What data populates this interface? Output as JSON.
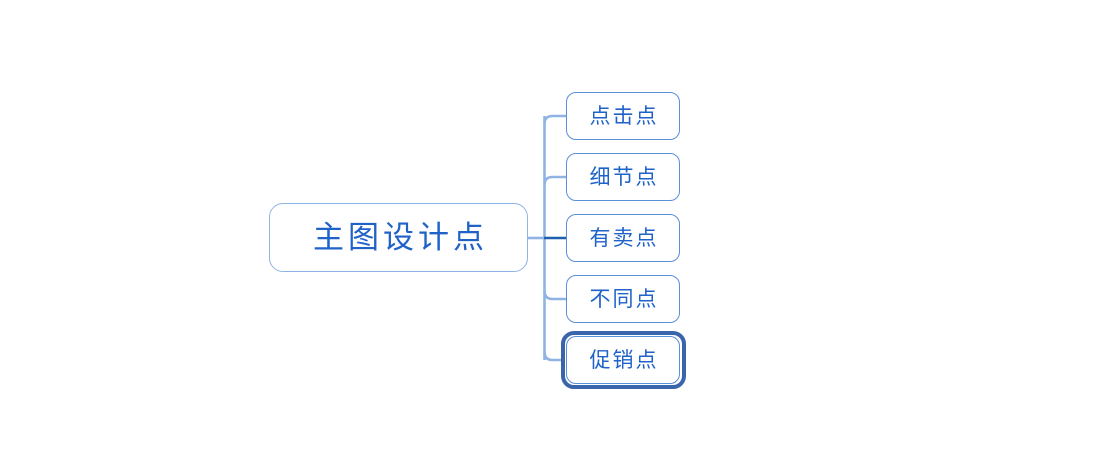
{
  "diagram": {
    "type": "mind-map",
    "title": "主图设计点",
    "background_color": "#ffffff",
    "accent_color": "#1f62c8",
    "branch_color": "#8fb4e3",
    "node_border_color": "#5b8fd6",
    "selection_color": "#3a64ab",
    "root": {
      "label": "主图设计点"
    },
    "children": [
      {
        "label": "点击点",
        "selected": false
      },
      {
        "label": "细节点",
        "selected": false
      },
      {
        "label": "有卖点",
        "selected": false
      },
      {
        "label": "不同点",
        "selected": false
      },
      {
        "label": "促销点",
        "selected": true
      }
    ],
    "selected_node_label": "促销点"
  }
}
